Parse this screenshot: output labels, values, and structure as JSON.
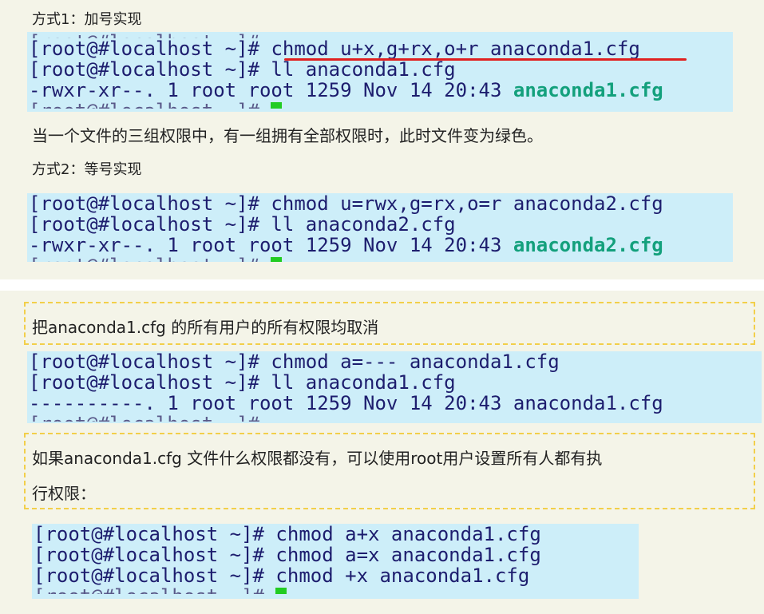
{
  "section1": {
    "heading": "方式1：加号实现",
    "term1": {
      "line1_prompt": "[root@#localhost ~]# ",
      "line1_cmd": "chmod u+x,g+rx,o+r anaconda1.cfg",
      "line2": "[root@#localhost ~]# ll anaconda1.cfg",
      "line3_perm": "-rwxr-xr--. 1 root root 1259 Nov 14 20:43 ",
      "line3_file": "anaconda1.cfg",
      "cut_top": "[root@#localhost ~]#",
      "cut_bottom": "[root@#localhost ~]#"
    },
    "note": "当一个文件的三组权限中，有一组拥有全部权限时，此时文件变为绿色。",
    "heading2": "方式2：等号实现",
    "term2": {
      "line1": "[root@#localhost ~]# chmod u=rwx,g=rx,o=r anaconda2.cfg",
      "line2": "[root@#localhost ~]# ll anaconda2.cfg",
      "line3_perm": "-rwxr-xr--. 1 root root 1259 Nov 14 20:43 ",
      "line3_file": "anaconda2.cfg",
      "cut_bottom": "[root@#localhost ~]#"
    }
  },
  "section2": {
    "box1_text": "把anaconda1.cfg 的所有用户的所有权限均取消",
    "term3": {
      "line1": "[root@#localhost ~]# chmod a=--- anaconda1.cfg",
      "line2": "[root@#localhost ~]# ll anaconda1.cfg",
      "line3": "----------. 1 root root 1259 Nov 14 20:43 anaconda1.cfg",
      "cut_bottom": "[root@#localhost ~]#"
    },
    "box2_line1": "如果anaconda1.cfg 文件什么权限都没有，可以使用root用户设置所有人都有执",
    "box2_line2": "行权限：",
    "term4": {
      "line1": "[root@#localhost ~]# chmod a+x anaconda1.cfg",
      "line2": "[root@#localhost ~]# chmod a=x anaconda1.cfg",
      "line3": "[root@#localhost ~]# chmod +x anaconda1.cfg",
      "cut_bottom": "[root@#localhost ~]#"
    }
  },
  "colors": {
    "panel_bg": "#f4f4e8",
    "terminal_bg": "#cdeef9",
    "terminal_text": "#1d1d6e",
    "file_green": "#13a07c",
    "underline_red": "#e02020",
    "dashed_border": "#f2cf4a"
  }
}
